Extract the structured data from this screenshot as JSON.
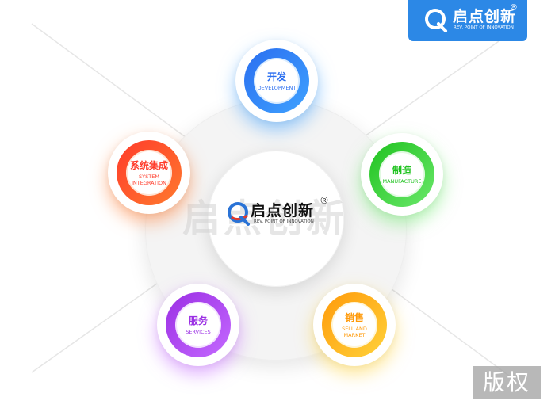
{
  "brand": {
    "name": "启点创新",
    "subtitle": "REV. POINT OF INNOVATION",
    "registered": "®",
    "watermark": "启点创新"
  },
  "nodes": [
    {
      "zh": "开发",
      "en": "DEVELOPMENT",
      "color": "#2a6ef0",
      "color2": "#3fa2ff"
    },
    {
      "zh": "制造",
      "en": "MANUFACTURE",
      "color": "#1fc21f",
      "color2": "#6be86b"
    },
    {
      "zh": "销售",
      "en": "SELL AND MARKET",
      "color": "#ff9a0a",
      "color2": "#ffd23a"
    },
    {
      "zh": "服务",
      "en": "SERVICES",
      "color": "#9b2fe4",
      "color2": "#c469ff"
    },
    {
      "zh": "系统集成",
      "en": "SYSTEM INTEGRATION",
      "color": "#ff3b2a",
      "color2": "#ff7a2e"
    }
  ],
  "copyright_label": "版权",
  "colors": {
    "badge": "#2c88e6"
  }
}
